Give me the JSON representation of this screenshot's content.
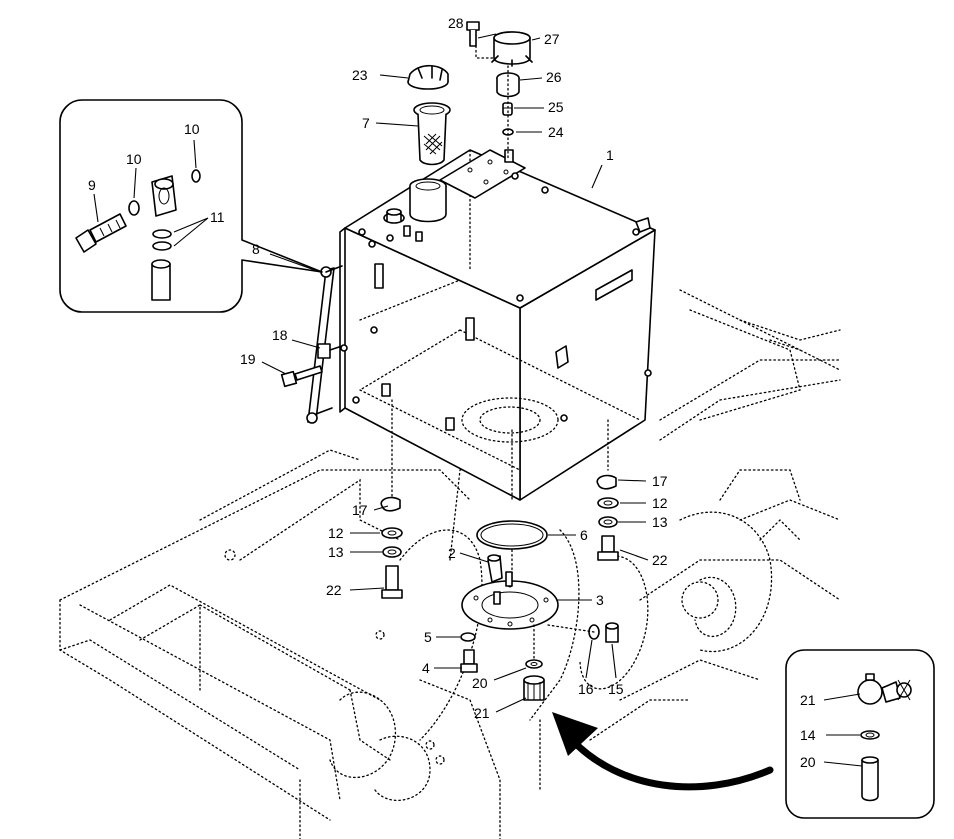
{
  "labels": {
    "l1": "1",
    "l2": "2",
    "l3": "3",
    "l4": "4",
    "l5": "5",
    "l6": "6",
    "l7": "7",
    "l8": "8",
    "l9": "9",
    "l10a": "10",
    "l10b": "10",
    "l11": "11",
    "l12a": "12",
    "l12b": "12",
    "l13a": "13",
    "l13b": "13",
    "l14": "14",
    "l15": "15",
    "l16": "16",
    "l17a": "17",
    "l17b": "17",
    "l18": "18",
    "l19": "19",
    "l20a": "20",
    "l20b": "20",
    "l21a": "21",
    "l21b": "21",
    "l22a": "22",
    "l22b": "22",
    "l23": "23",
    "l24": "24",
    "l25": "25",
    "l26": "26",
    "l27": "27",
    "l28": "28"
  },
  "colors": {
    "line": "#000000",
    "background": "#ffffff"
  }
}
